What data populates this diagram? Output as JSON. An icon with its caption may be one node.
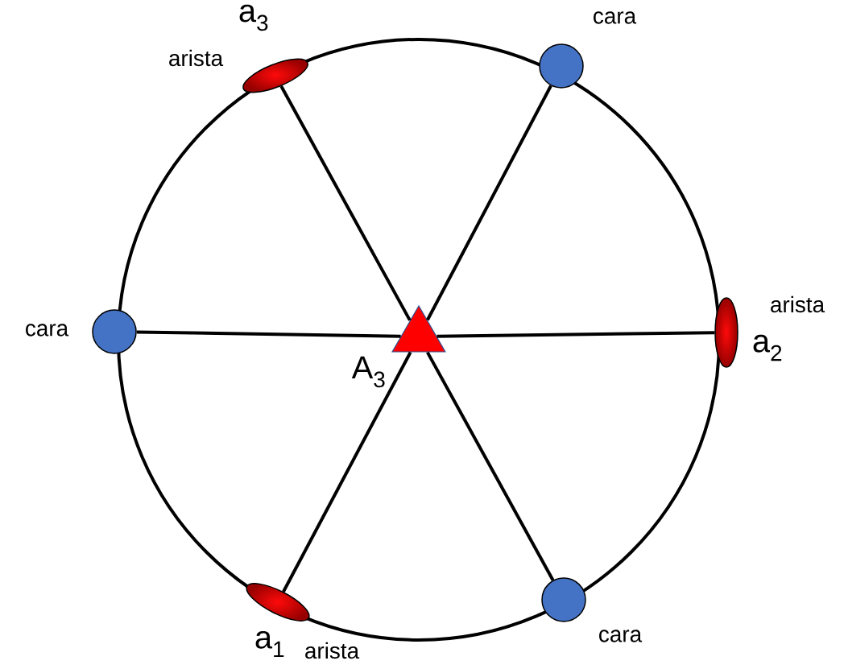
{
  "diagram": {
    "nodes": [
      {
        "text": [],
        "shape": "triangle",
        "beside": [
          "A$_{3}$"
        ]
      },
      {
        "text": [],
        "shape": "ellipse",
        "beside": [
          "a$_{3}$",
          "arista"
        ]
      },
      {
        "text": [],
        "shape": "circle",
        "beside": [
          "cara"
        ]
      },
      {
        "text": [],
        "shape": "circle",
        "beside": [
          "cara"
        ]
      },
      {
        "text": [],
        "shape": "ellipse",
        "beside": [
          "arista",
          "a$_{2}$"
        ]
      },
      {
        "text": [],
        "shape": "ellipse",
        "beside": [
          "a$_{1}$",
          "arista"
        ]
      },
      {
        "text": [],
        "shape": "circle",
        "beside": [
          "cara"
        ]
      }
    ],
    "edges": [
      {
        "from": 0,
        "to": 1,
        "arrow": "none"
      },
      {
        "from": 0,
        "to": 2,
        "arrow": "none"
      },
      {
        "from": 0,
        "to": 3,
        "arrow": "none"
      },
      {
        "from": 0,
        "to": 4,
        "arrow": "none"
      },
      {
        "from": 0,
        "to": 5,
        "arrow": "none"
      },
      {
        "from": 0,
        "to": 6,
        "arrow": "none"
      }
    ]
  }
}
